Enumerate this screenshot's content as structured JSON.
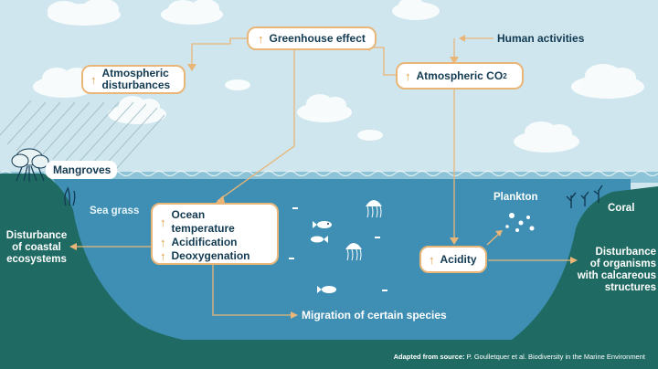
{
  "colors": {
    "sky": "#cfe6ee",
    "land": "#1f6a62",
    "water": "#3f8fb4",
    "water_surface": "#8cc3d7",
    "box_border": "#e9b678",
    "arrow": "#e39a3c",
    "text_dark": "#123a52"
  },
  "nodes": {
    "greenhouse": {
      "icon": "up-arrow-icon",
      "label": "Greenhouse effect"
    },
    "atmospheric_disturbances": {
      "icon": "up-arrow-icon",
      "label_line1": "Atmospheric",
      "label_line2": "disturbances"
    },
    "human_activities": {
      "label": "Human activities"
    },
    "atmospheric_co2": {
      "icon": "up-arrow-icon",
      "label": "Atmospheric CO",
      "subscript": "2"
    },
    "ocean_box": {
      "items": [
        {
          "icon": "up-arrow-icon",
          "label": "Ocean temperature"
        },
        {
          "icon": "up-arrow-icon",
          "label": "Acidification"
        },
        {
          "icon": "up-arrow-icon",
          "label": "Deoxygenation"
        }
      ]
    },
    "acidity": {
      "icon": "up-arrow-icon",
      "label": "Acidity"
    }
  },
  "labels": {
    "mangroves": "Mangroves",
    "sea_grass": "Sea grass",
    "coral": "Coral",
    "plankton": "Plankton",
    "disturbance_coastal_1": "Disturbance",
    "disturbance_coastal_2": "of coastal",
    "disturbance_coastal_3": "ecosystems",
    "disturbance_organisms_1": "Disturbance",
    "disturbance_organisms_2": "of organisms",
    "disturbance_organisms_3": "with calcareous",
    "disturbance_organisms_4": "structures",
    "migration": "Migration of certain species"
  },
  "footer": {
    "prefix": "Adapted from source:",
    "source": "P. Goulletquer et al. Biodiversity in the Marine Environment"
  }
}
